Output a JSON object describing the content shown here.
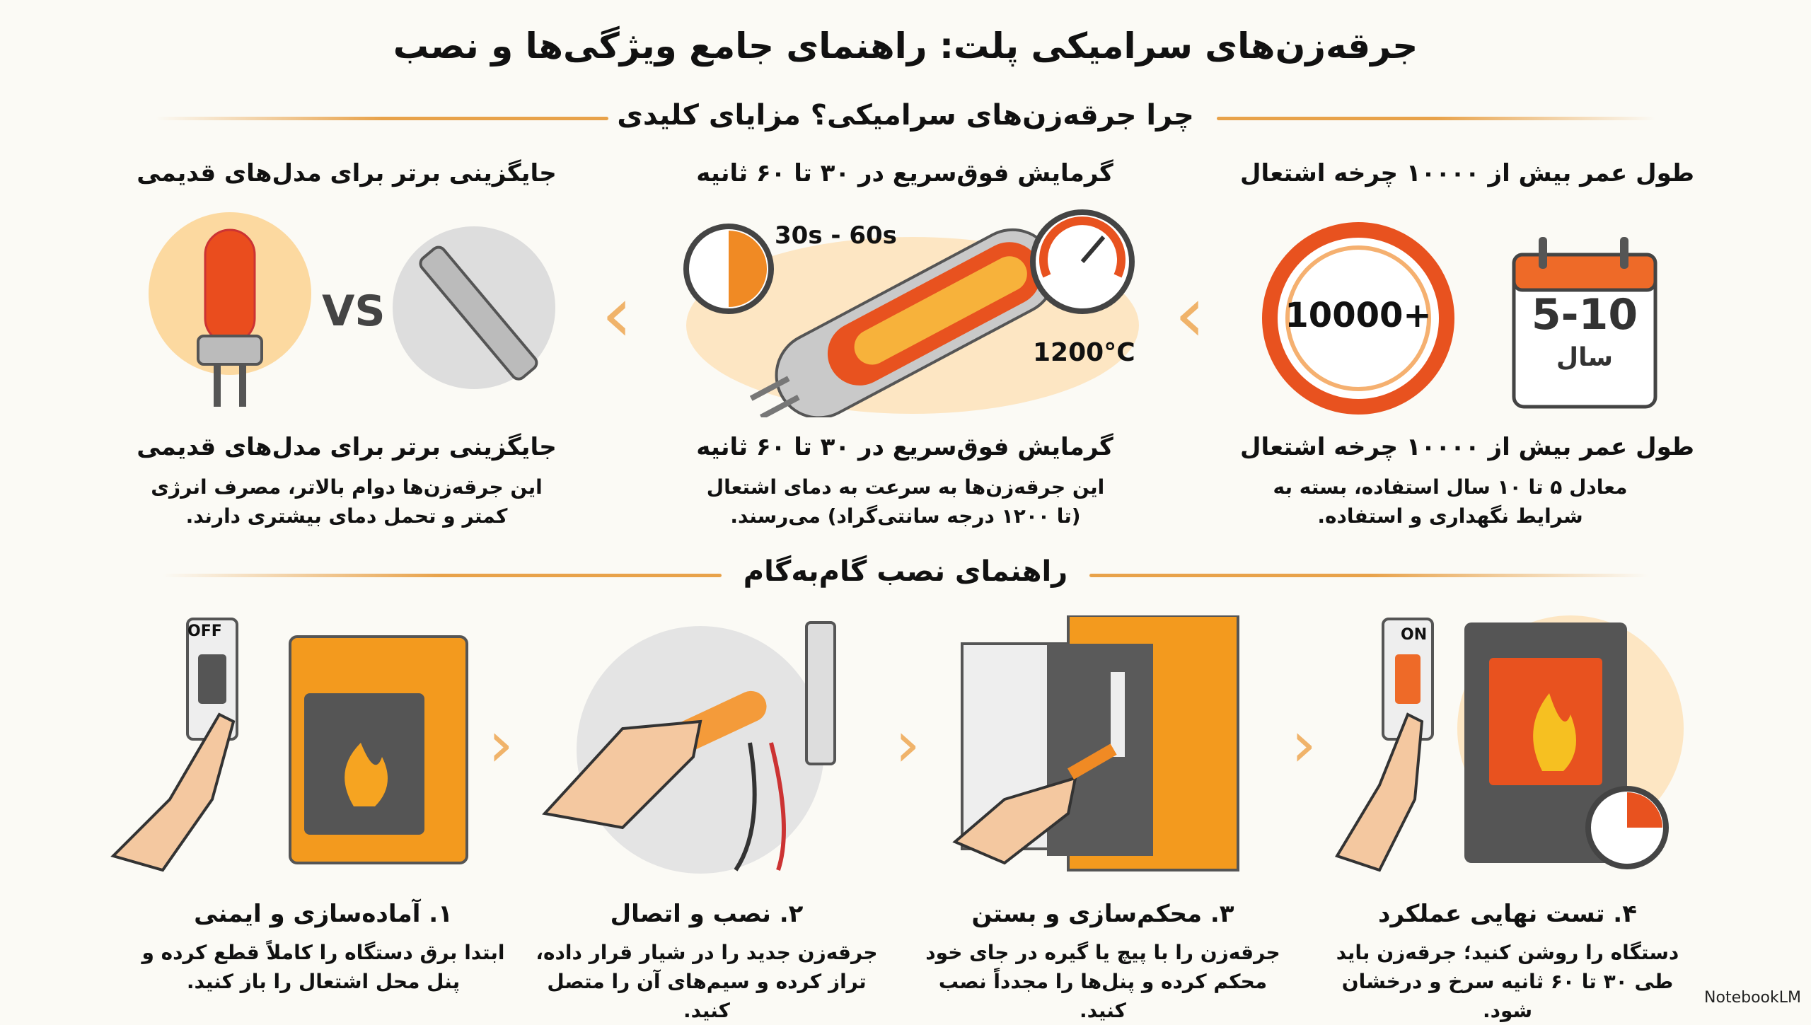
{
  "title": "جرقه‌زن‌های سرامیکی پلت: راهنمای جامع ویژگی‌ها و نصب",
  "section1": {
    "heading": "چرا جرقه‌زن‌های سرامیکی؟ مزایای کلیدی",
    "columns": [
      {
        "heading": "طول عمر بیش از ۱۰۰۰۰ چرخه اشتعال",
        "badge": "10000+",
        "calendar_value": "5-10",
        "calendar_unit": "سال",
        "caption": "طول عمر بیش از ۱۰۰۰۰ چرخه اشتعال",
        "body": "معادل ۵ تا ۱۰ سال استفاده، بسته به شرایط نگهداری و استفاده."
      },
      {
        "heading": "گرمایش فوق‌سریع در ۳۰ تا ۶۰ ثانیه",
        "timer_label": "30s - 60s",
        "temp_label": "1200°C",
        "caption": "گرمایش فوق‌سریع در ۳۰ تا ۶۰ ثانیه",
        "body": "این جرقه‌زن‌ها به سرعت به دمای اشتعال (تا ۱۲۰۰ درجه سانتی‌گراد) می‌رسند."
      },
      {
        "heading": "جایگزینی برتر برای مدل‌های قدیمی",
        "vs_label": "VS",
        "caption": "جایگزینی برتر برای مدل‌های قدیمی",
        "body": "این جرقه‌زن‌ها دوام بالاتر، مصرف انرژی کمتر و تحمل دمای بیشتری دارند."
      }
    ]
  },
  "section2": {
    "heading": "راهنمای نصب گام‌به‌گام",
    "steps": [
      {
        "title": "۱. آماده‌سازی و ایمنی",
        "body": "ابتدا برق دستگاه را کاملاً قطع کرده و پنل محل اشتعال را باز کنید.",
        "switch_label": "OFF"
      },
      {
        "title": "۲. نصب و اتصال",
        "body": "جرقه‌زن جدید را در شیار قرار داده، تراز کرده و سیم‌های آن را متصل کنید."
      },
      {
        "title": "۳. محکم‌سازی و بستن",
        "body": "جرقه‌زن را با پیچ یا گیره در جای خود محکم کرده و پنل‌ها را مجدداً نصب کنید."
      },
      {
        "title": "۴. تست نهایی عملکرد",
        "body": "دستگاه را روشن کنید؛ جرقه‌زن باید طی ۳۰ تا ۶۰ ثانیه سرخ و درخشان شود.",
        "switch_label": "ON"
      }
    ]
  },
  "watermark": "NotebookLM",
  "colors": {
    "accent": "#f08a24",
    "stove": "#f39a1e",
    "dark": "#4a4a4a",
    "rule": "#e8a24a"
  }
}
